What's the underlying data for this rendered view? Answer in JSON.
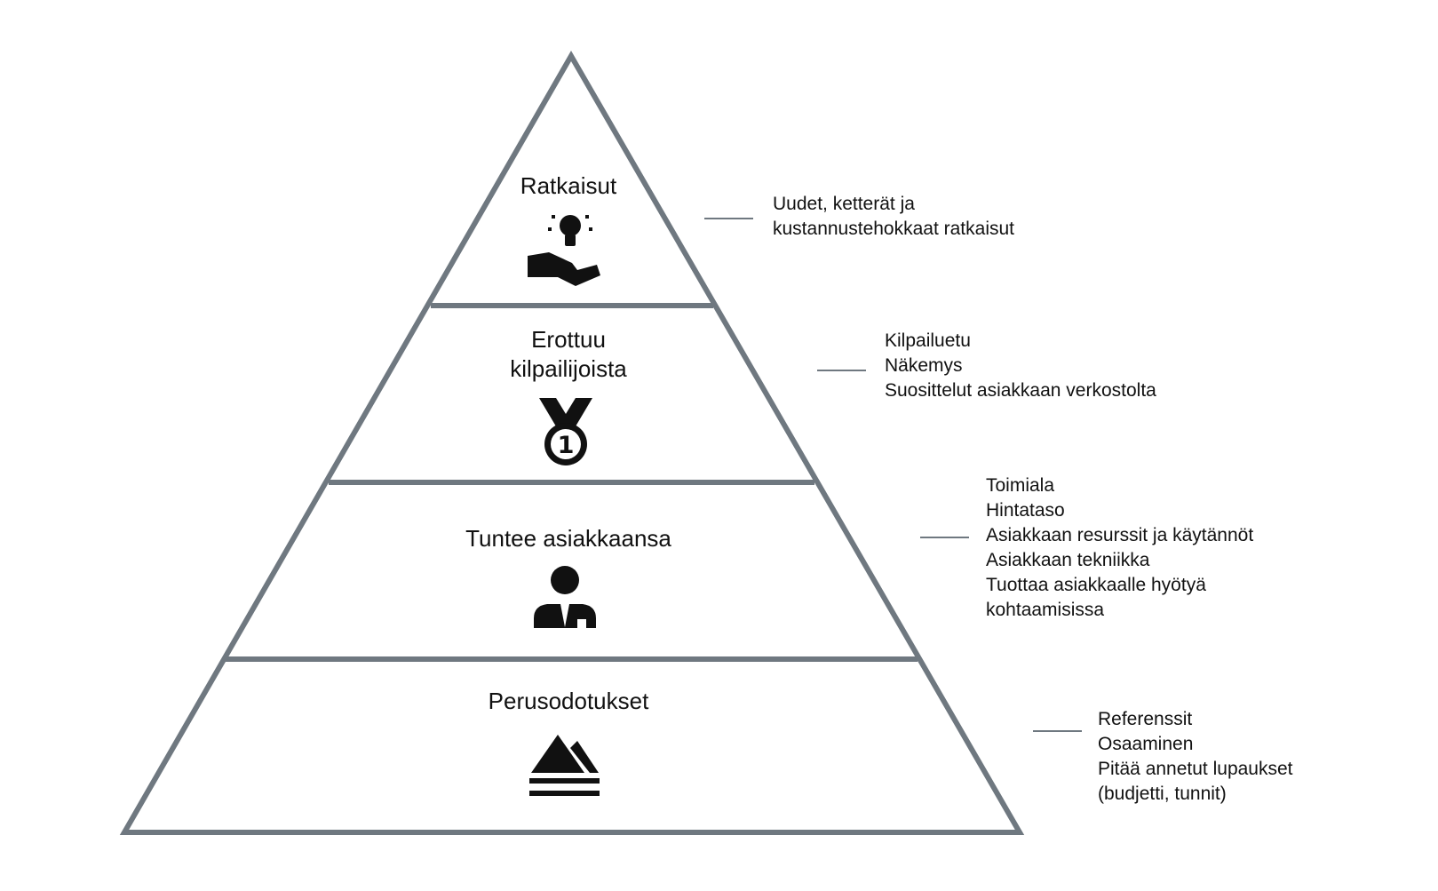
{
  "colors": {
    "outline": "#6f7880",
    "icon": "#111111",
    "text": "#111111",
    "background": "#ffffff"
  },
  "levels": [
    {
      "title_lines": [
        "Ratkaisut"
      ],
      "icon": "lightbulb-hand-icon",
      "details": [
        "Uudet, ketterät ja",
        "kustannustehokkaat ratkaisut"
      ]
    },
    {
      "title_lines": [
        "Erottuu",
        "kilpailijoista"
      ],
      "icon": "medal-first-place-icon",
      "details": [
        "Kilpailuetu",
        "Näkemys",
        "Suosittelut asiakkaan verkostolta"
      ]
    },
    {
      "title_lines": [
        "Tuntee asiakkaansa"
      ],
      "icon": "person-tie-icon",
      "details": [
        "Toimiala",
        "Hintataso",
        "Asiakkaan resurssit ja käytännöt",
        "Asiakkaan tekniikka",
        "Tuottaa asiakkaalle hyötyä",
        "kohtaamisissa"
      ]
    },
    {
      "title_lines": [
        "Perusodotukset"
      ],
      "icon": "foundation-mountain-icon",
      "details": [
        "Referenssit",
        "Osaaminen",
        "Pitää annetut lupaukset",
        "(budjetti, tunnit)"
      ]
    }
  ]
}
